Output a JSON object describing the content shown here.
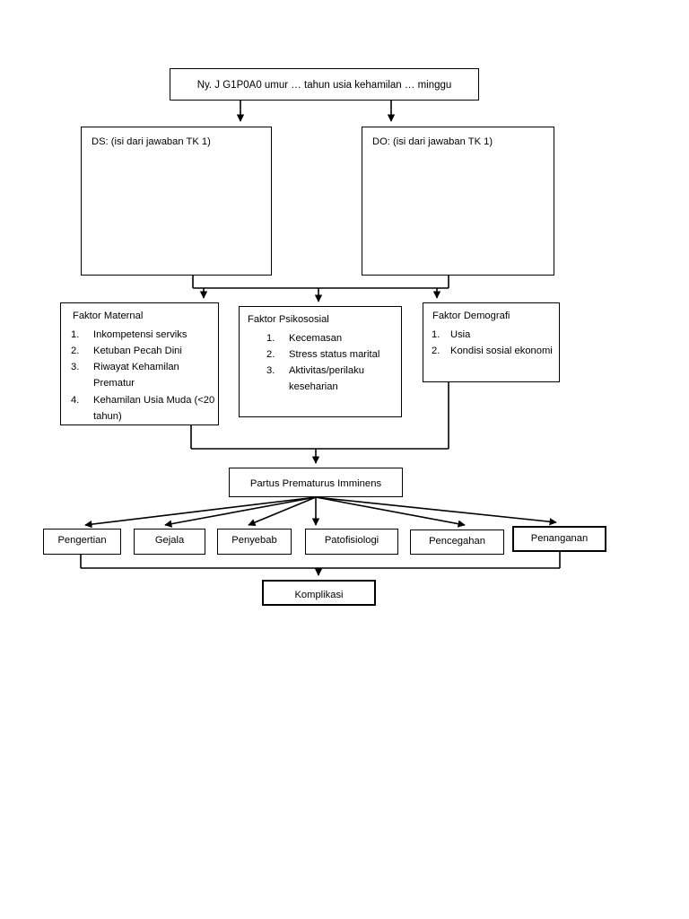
{
  "diagram": {
    "type": "flowchart",
    "title_node": {
      "id": "patient",
      "label": "Ny. J G1P0A0 umur … tahun usia kehamilan … minggu"
    },
    "assessment": {
      "subjective": {
        "id": "ds",
        "label": "DS: (isi dari jawaban TK 1)"
      },
      "objective": {
        "id": "do",
        "label": "DO: (isi dari jawaban TK 1)"
      }
    },
    "factors": [
      {
        "id": "maternal",
        "heading": "Faktor Maternal",
        "items": [
          "Inkompetensi serviks",
          "Ketuban Pecah Dini",
          "Riwayat Kehamilan Prematur",
          "Kehamilan Usia Muda (<20  tahun)"
        ]
      },
      {
        "id": "psikososial",
        "heading": "Faktor Psikososial",
        "items": [
          "Kecemasan",
          "Stress status marital",
          "Aktivitas/perilaku keseharian"
        ]
      },
      {
        "id": "demografi",
        "heading": "Faktor Demografi",
        "items": [
          "Usia",
          "Kondisi sosial ekonomi"
        ]
      }
    ],
    "diagnosis": {
      "id": "partus",
      "label": "Partus Prematurus Imminens"
    },
    "aspects": [
      {
        "id": "pengertian",
        "label": "Pengertian"
      },
      {
        "id": "gejala",
        "label": "Gejala"
      },
      {
        "id": "penyebab",
        "label": "Penyebab"
      },
      {
        "id": "patofisiologi",
        "label": "Patofisiologi"
      },
      {
        "id": "pencegahan",
        "label": "Pencegahan"
      },
      {
        "id": "penanganan",
        "label": "Penanganan"
      }
    ],
    "outcome": {
      "id": "komplikasi",
      "label": "Komplikasi"
    },
    "colors": {
      "page_background": "#ffffff",
      "node_border": "#000000",
      "node_fill": "#ffffff",
      "text": "#000000",
      "connector": "#000000"
    }
  }
}
